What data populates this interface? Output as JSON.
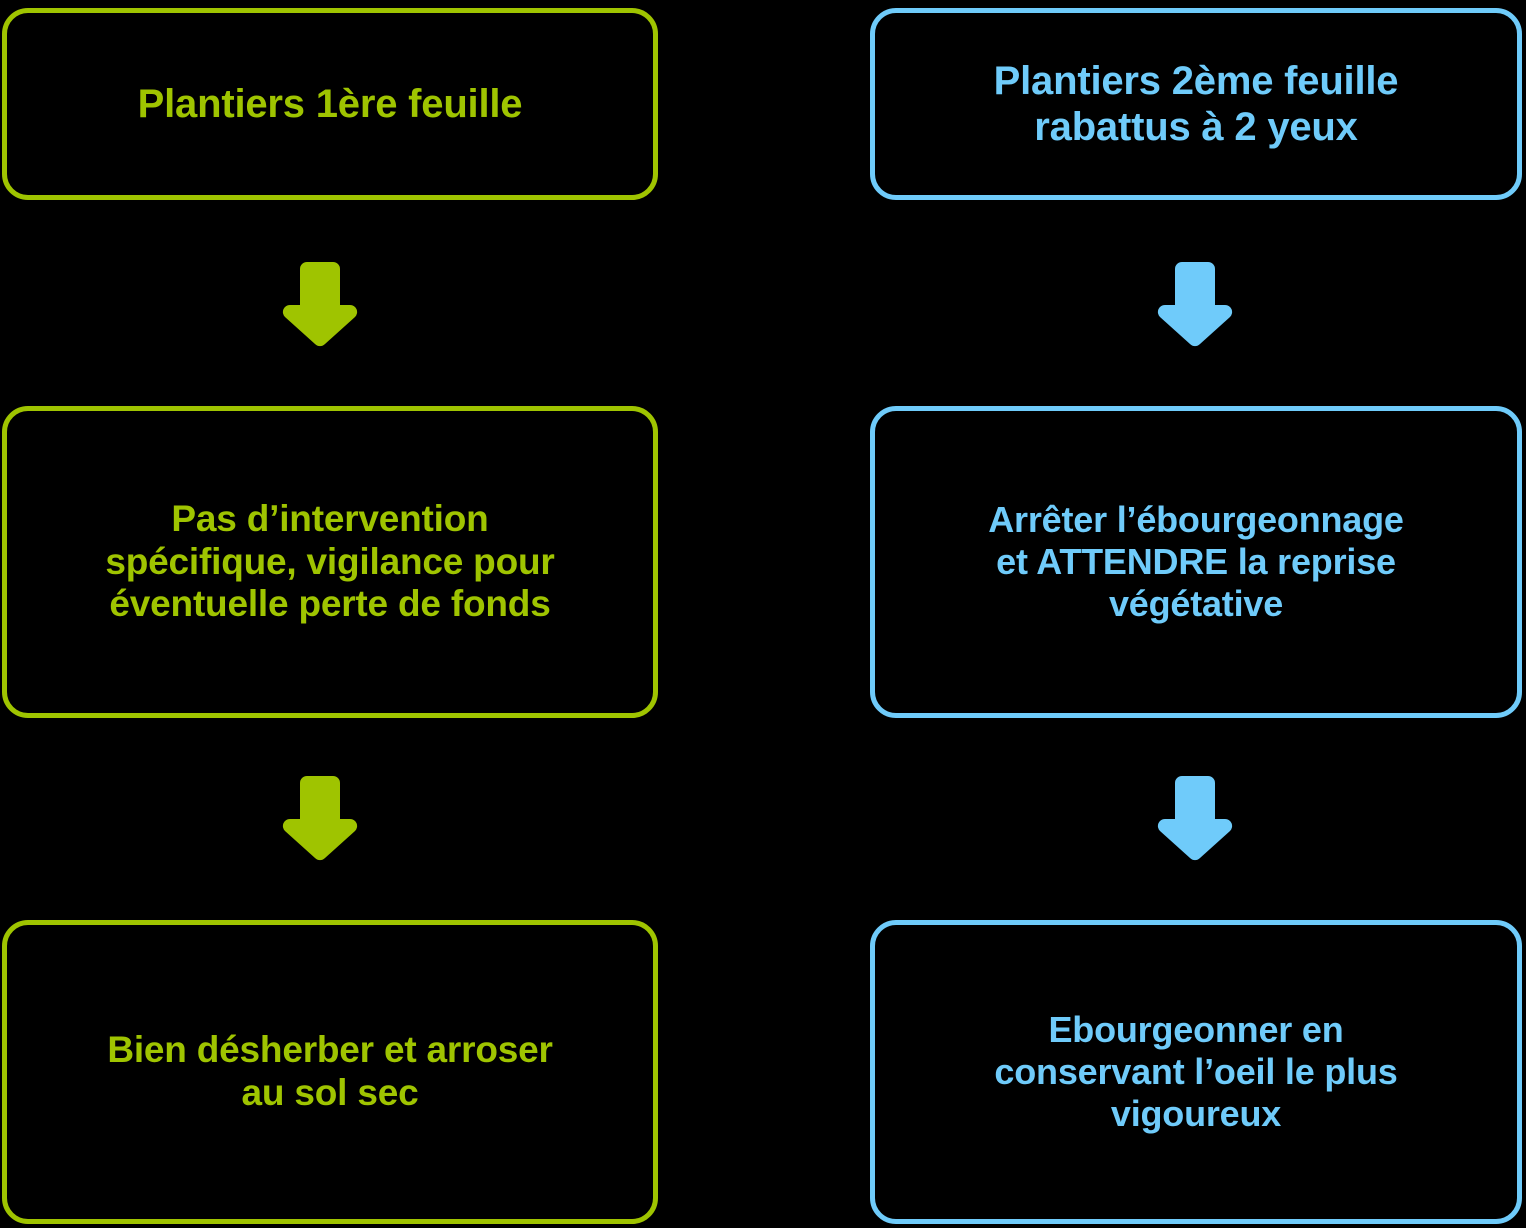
{
  "diagram": {
    "type": "flowchart",
    "orientation": "two-parallel-vertical-branches",
    "background_color": "#000000",
    "columns": [
      {
        "id": "col-green",
        "accent_color": "#9FC400",
        "nodes": [
          {
            "id": "g1",
            "text": "Plantiers 1ère feuille"
          },
          {
            "id": "g2",
            "text": "Pas d’intervention\nspécifique, vigilance pour\néventuelle perte de fonds"
          },
          {
            "id": "g3",
            "text": "Bien désherber et arroser\nau sol sec"
          }
        ],
        "connectors": [
          {
            "id": "g-arrow-1",
            "icon": "arrow-down-icon",
            "from": "g1",
            "to": "g2",
            "color": "#9FC400"
          },
          {
            "id": "g-arrow-2",
            "icon": "arrow-down-icon",
            "from": "g2",
            "to": "g3",
            "color": "#9FC400"
          }
        ]
      },
      {
        "id": "col-blue",
        "accent_color": "#6FCBFA",
        "nodes": [
          {
            "id": "b1",
            "text": "Plantiers 2ème feuille\nrabattus à 2 yeux"
          },
          {
            "id": "b2",
            "text": "Arrêter l’ébourgeonnage\net ATTENDRE la reprise\nvégétative"
          },
          {
            "id": "b3",
            "text": "Ebourgeonner en\nconservant l’oeil le plus\nvigoureux"
          }
        ],
        "connectors": [
          {
            "id": "b-arrow-1",
            "icon": "arrow-down-icon",
            "from": "b1",
            "to": "b2",
            "color": "#6FCBFA"
          },
          {
            "id": "b-arrow-2",
            "icon": "arrow-down-icon",
            "from": "b2",
            "to": "b3",
            "color": "#6FCBFA"
          }
        ]
      }
    ]
  }
}
